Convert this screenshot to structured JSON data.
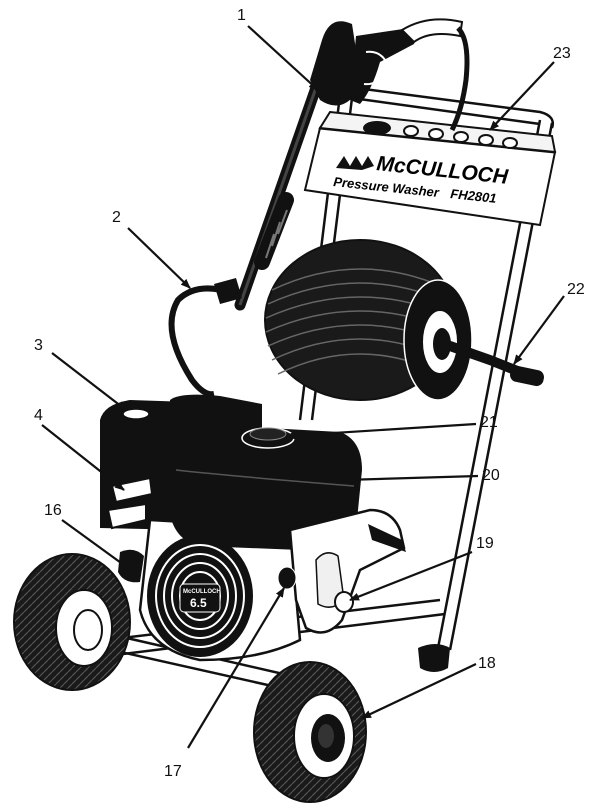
{
  "panel": {
    "brand": "McCULLOCH",
    "product_line": "Pressure Washer",
    "model": "FH2801"
  },
  "engine_badge": {
    "brand": "McCULLOCH",
    "hp": "6.5"
  },
  "callouts": [
    {
      "id": "1"
    },
    {
      "id": "2"
    },
    {
      "id": "3"
    },
    {
      "id": "4"
    },
    {
      "id": "16"
    },
    {
      "id": "17"
    },
    {
      "id": "18"
    },
    {
      "id": "19"
    },
    {
      "id": "20"
    },
    {
      "id": "21"
    },
    {
      "id": "22"
    },
    {
      "id": "23"
    }
  ]
}
